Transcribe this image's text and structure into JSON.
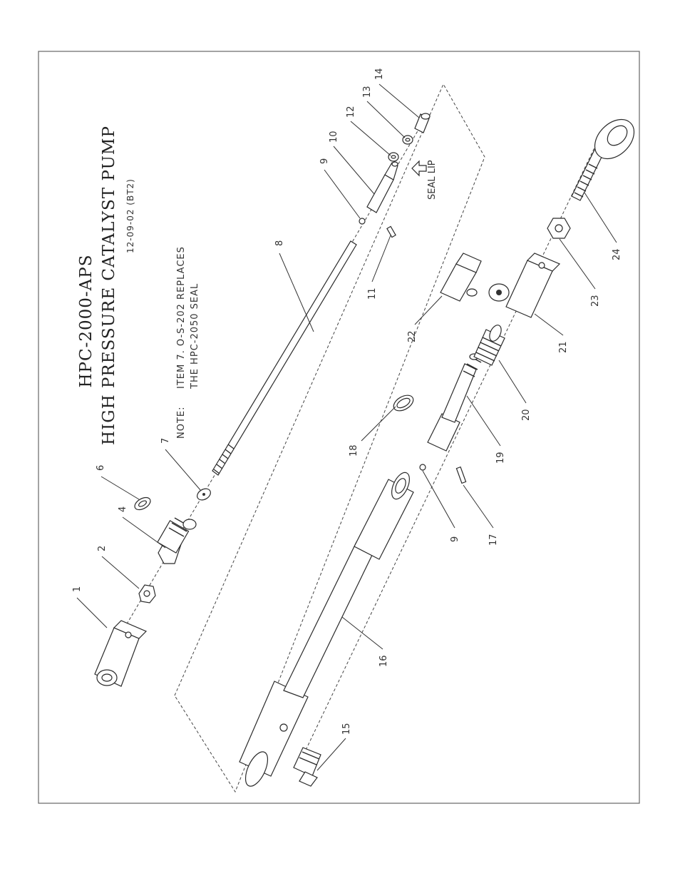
{
  "title_line1": "HPC-2000-APS",
  "title_line2": "HIGH PRESSURE CATALYST PUMP",
  "date_line": "12-09-02  (BT2)",
  "note_label": "NOTE:",
  "note_line1": "ITEM 7. O-S-202 REPLACES",
  "note_line2": "THE HPC-2050 SEAL",
  "seal_lip_label": "SEAL LIP",
  "part_numbers": {
    "p1": "1",
    "p2": "2",
    "p4": "4",
    "p6": "6",
    "p7": "7",
    "p8": "8",
    "p9a": "9",
    "p9b": "9",
    "p10": "10",
    "p11": "11",
    "p12": "12",
    "p13": "13",
    "p14": "14",
    "p15": "15",
    "p16": "16",
    "p17": "17",
    "p18": "18",
    "p19": "19",
    "p20": "20",
    "p21": "21",
    "p22": "22",
    "p23": "23",
    "p24": "24"
  }
}
